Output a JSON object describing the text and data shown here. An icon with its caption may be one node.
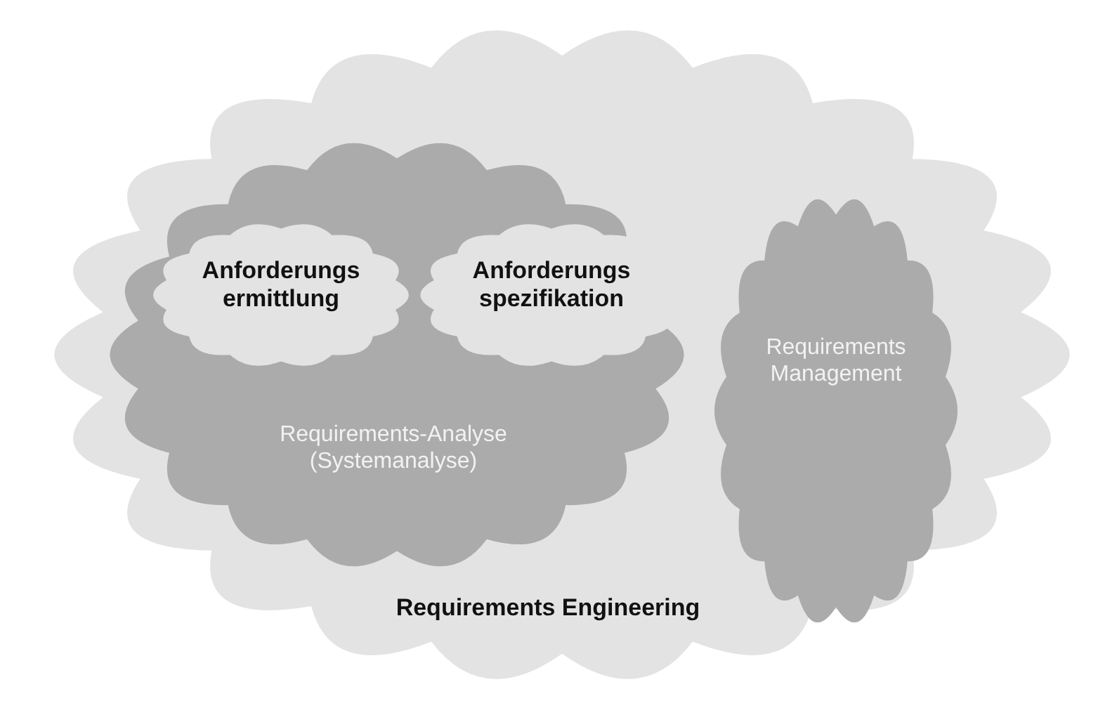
{
  "diagram": {
    "nodes": [
      {
        "text": [
          "Requirements Engineering"
        ]
      },
      {
        "text": [
          "Requirements-Analyse (Systemanalyse)"
        ],
        "in": 0
      },
      {
        "text": [
          "Anforderungs ermittlung"
        ],
        "in": 1
      },
      {
        "text": [
          "Anforderungs spezifikation"
        ],
        "in": 1
      },
      {
        "text": [
          "Requirements Management"
        ],
        "in": 0
      }
    ]
  }
}
